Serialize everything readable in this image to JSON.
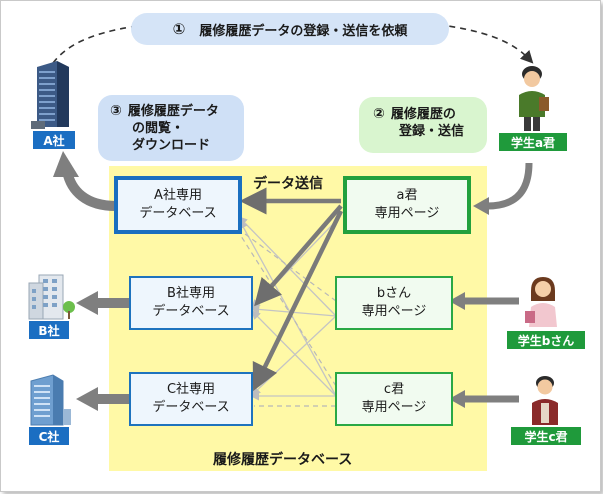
{
  "top_banner": {
    "number": "①",
    "text": "履修履歴データの登録・送信を依頼"
  },
  "step3": {
    "number": "③",
    "lines": [
      "履修履歴データ",
      "の閲覧・",
      "ダウンロード"
    ]
  },
  "step2": {
    "number": "②",
    "lines": [
      "履修履歴の",
      "登録・送信"
    ]
  },
  "transfer_label": "データ送信",
  "database_title": "履修履歴データベース",
  "companies": [
    {
      "tag": "A社",
      "db_lines": [
        "A社専用",
        "データベース"
      ]
    },
    {
      "tag": "B社",
      "db_lines": [
        "B社専用",
        "データベース"
      ]
    },
    {
      "tag": "C社",
      "db_lines": [
        "C社専用",
        "データベース"
      ]
    }
  ],
  "students": [
    {
      "tag": "学生a君",
      "page_lines": [
        "a君",
        "専用ページ"
      ]
    },
    {
      "tag": "学生bさん",
      "page_lines": [
        "bさん",
        "専用ページ"
      ]
    },
    {
      "tag": "学生c君",
      "page_lines": [
        "c君",
        "専用ページ"
      ]
    }
  ],
  "icons": [
    "office-building-icon",
    "student-boy-icon",
    "student-girl-icon"
  ],
  "colors": {
    "company_blue": "#1b6ec2",
    "student_green": "#1f9a3b",
    "zone_yellow": "#fff9a6",
    "arrow_gray": "#7f7f7f"
  }
}
